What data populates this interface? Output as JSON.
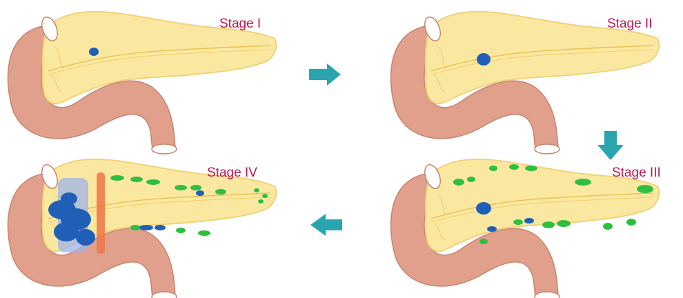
{
  "stages": [
    {
      "id": "stage-1",
      "label": "Stage I"
    },
    {
      "id": "stage-2",
      "label": "Stage II"
    },
    {
      "id": "stage-3",
      "label": "Stage III"
    },
    {
      "id": "stage-4",
      "label": "Stage IV"
    }
  ],
  "colors": {
    "pancreas": "#fbe8a0",
    "pancreas_outline": "#f0d27a",
    "duct": "#e8c25a",
    "intestine": "#e0a08c",
    "intestine_outline": "#c9826d",
    "tumor": "#1f5fb8",
    "lymph_node": "#2fbf3f",
    "vessel_artery": "#f07a4a",
    "vessel_vein": "#9fb3e8",
    "arrow": "#2aa5b0",
    "label": "#c0144e"
  },
  "arrows": [
    {
      "id": "arrow-stage1-to-stage2",
      "direction": "right",
      "icon": "arrow-right-icon"
    },
    {
      "id": "arrow-stage2-to-stage3",
      "direction": "down",
      "icon": "arrow-down-icon"
    },
    {
      "id": "arrow-stage3-to-stage4",
      "direction": "left",
      "icon": "arrow-left-icon"
    }
  ]
}
